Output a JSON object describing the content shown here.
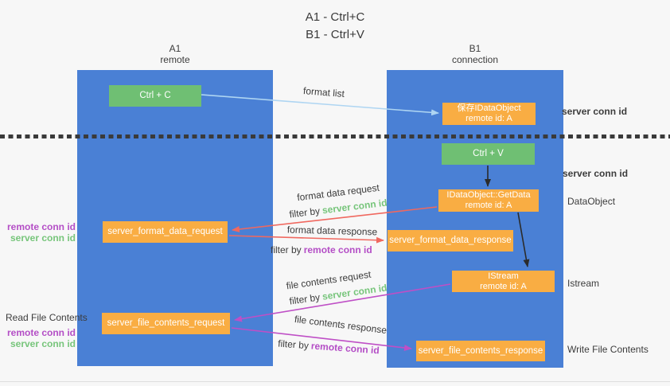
{
  "title": {
    "line1": "A1 - Ctrl+C",
    "line2": "B1 - Ctrl+V"
  },
  "lanes": {
    "left": {
      "name": "A1",
      "role": "remote"
    },
    "right": {
      "name": "B1",
      "role": "connection"
    }
  },
  "nodes": {
    "ctrl_c": {
      "label": "Ctrl + C"
    },
    "ctrl_v": {
      "label": "Ctrl + V"
    },
    "save_dataobject": {
      "line1": "保存IDataObject",
      "line2": "remote id: A"
    },
    "getdata": {
      "line1": "IDataObject::GetData",
      "line2": "remote id: A"
    },
    "istream": {
      "line1": "IStream",
      "line2": "remote id: A"
    },
    "format_request": {
      "label": "server_format_data_request"
    },
    "format_response": {
      "label": "server_format_data_response"
    },
    "file_request": {
      "label": "server_file_contents_request"
    },
    "file_response": {
      "label": "server_file_contents_response"
    }
  },
  "edge_labels": {
    "format_list": "format list",
    "format_data_request": "format data request",
    "format_data_response": "format data response",
    "file_contents_request": "file contents request",
    "file_contents_response": "file contents response",
    "filter_by": "filter by",
    "server_conn_id": "server conn id",
    "remote_conn_id": "remote conn id"
  },
  "annotations": {
    "server_conn_id_top": "server conn id",
    "server_conn_id_mid": "server conn id",
    "dataobject": "DataObject",
    "istream": "Istream",
    "write_file_contents": "Write File Contents",
    "read_file_contents": "Read File Contents",
    "pair1": {
      "remote": "remote conn id",
      "server": "server conn id"
    },
    "pair2": {
      "remote": "remote conn id",
      "server": "server conn id"
    }
  },
  "colors": {
    "lane_blue": "#4a80d5",
    "node_green": "#6fbf73",
    "node_orange": "#f9ad43",
    "label_green": "#77c57b",
    "label_purple": "#b44ec6",
    "arrow_red": "#f0685f",
    "arrow_magenta": "#bf4fc6",
    "arrow_lightblue": "#aed5f2",
    "arrow_black": "#2b2b2b"
  }
}
